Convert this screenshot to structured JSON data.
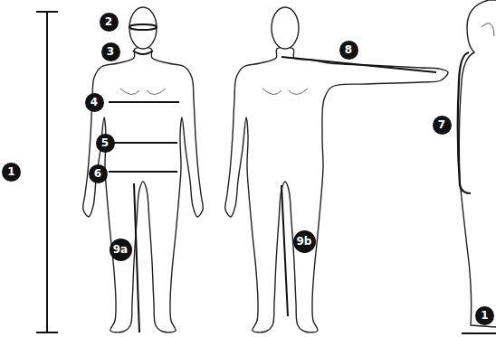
{
  "diagram": {
    "nodes": [
      {
        "text": [
          "1"
        ]
      },
      {
        "text": [
          "2"
        ]
      },
      {
        "text": [
          "3"
        ]
      },
      {
        "text": [
          "4"
        ]
      },
      {
        "text": [
          "5"
        ]
      },
      {
        "text": [
          "6"
        ]
      },
      {
        "text": [
          "9a"
        ]
      },
      {
        "text": [
          "8"
        ]
      },
      {
        "text": [
          "9b"
        ]
      },
      {
        "text": [
          "7"
        ]
      },
      {
        "text": [
          "1"
        ]
      }
    ]
  }
}
